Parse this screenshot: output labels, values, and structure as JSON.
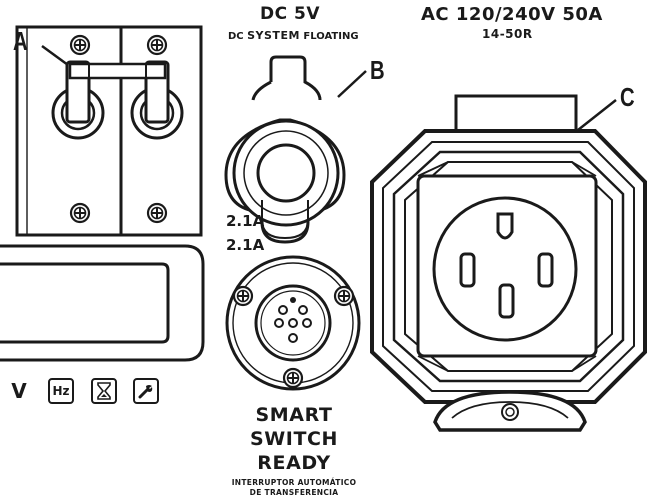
{
  "callouts": {
    "a": "A",
    "b": "B",
    "c": "C"
  },
  "dc": {
    "title": "DC 5V",
    "subtitle_pre": "DC ",
    "subtitle_bold": "SYSTEM",
    "subtitle_post": " FLOATING",
    "amp_1": "2.1A",
    "amp_2": "2.1A"
  },
  "ac": {
    "title": "AC 120/240V 50A",
    "subtitle": "14-50R"
  },
  "smart_switch": {
    "line_1": "SMART",
    "line_2": "SWITCH",
    "line_3": "READY",
    "es_line_1": "INTERRUPTOR AUTOMÁTICO",
    "es_line_2": "DE TRANSFERENCIA"
  },
  "meter_buttons": {
    "volts": "V",
    "hertz": "Hz",
    "hours_icon": "hourglass-icon",
    "service_icon": "wrench-icon"
  },
  "icons": {
    "screw": "screw-icon",
    "receptacle": "nema-14-50r-receptacle-icon",
    "usb": "usb-port-icon",
    "smart_port": "smart-switch-port-icon"
  }
}
